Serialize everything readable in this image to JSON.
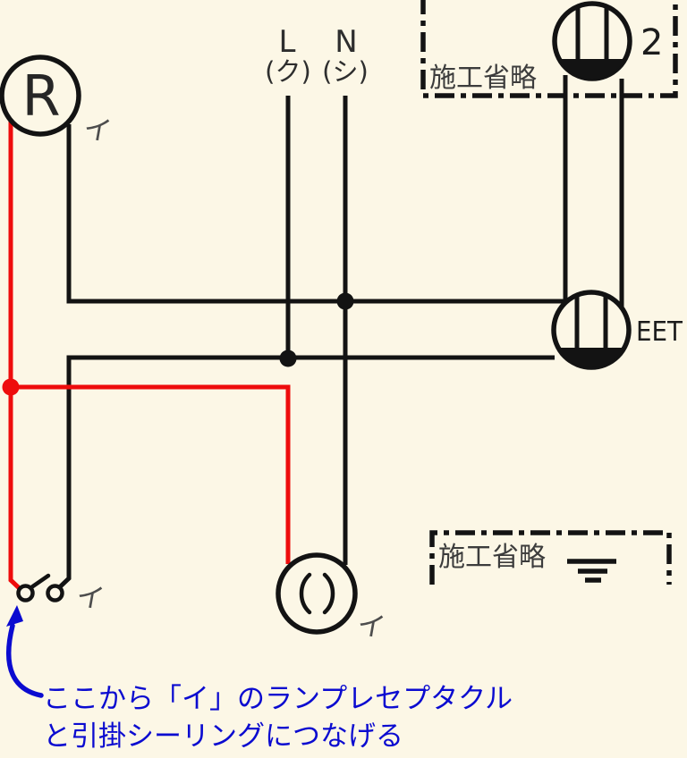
{
  "colors": {
    "background": "#fcf7e6",
    "wire_black": "#131313",
    "wire_red": "#ee0c0c",
    "annotation_blue": "#0b0bd0",
    "label_gray": "#3c3c3c",
    "circuit_label_gray": "#4d4d4d"
  },
  "labels": {
    "lamp_symbol": "R",
    "lamp_circuit": "イ",
    "line_l": "L",
    "line_l_mark": "(ク)",
    "line_n": "N",
    "line_n_mark": "(シ)",
    "omitted_top": "施工省略",
    "omitted_bottom": "施工省略",
    "outlet_count": "2",
    "outlet_eet": "EET",
    "switch_circuit": "イ",
    "ceiling_circuit": "イ"
  },
  "note": {
    "line1": "ここから「イ」のランプレセプタクル",
    "line2": "と引掛シーリングにつなげる"
  }
}
